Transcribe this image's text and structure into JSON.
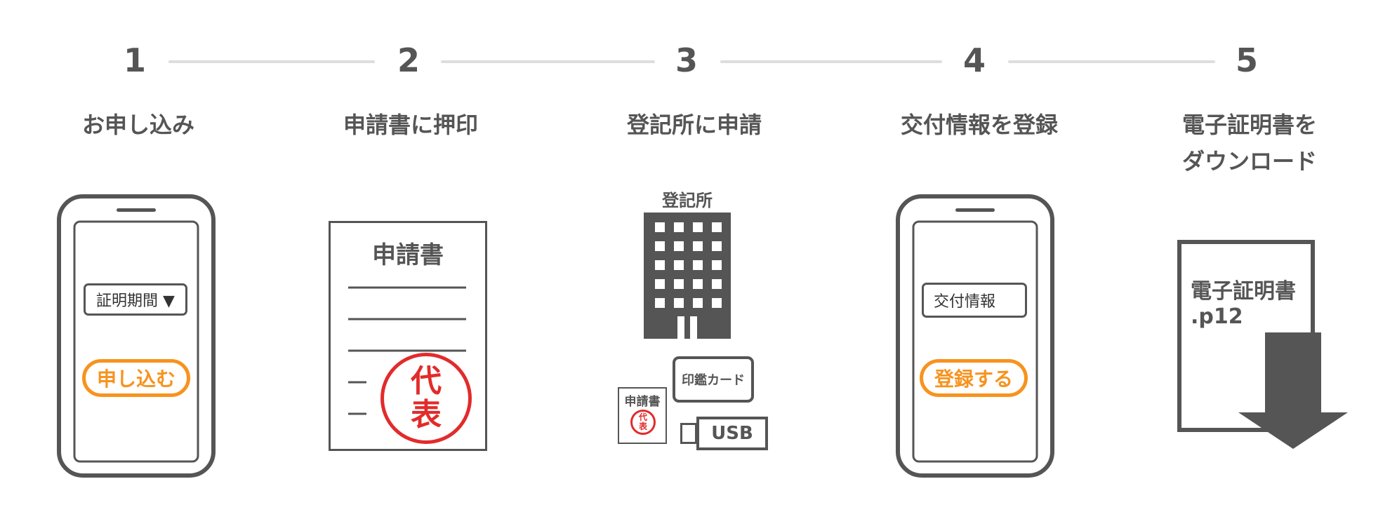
{
  "steps": [
    {
      "number": "1",
      "title": "お申し込み"
    },
    {
      "number": "2",
      "title": "申請書に押印"
    },
    {
      "number": "3",
      "title": "登記所に申請"
    },
    {
      "number": "4",
      "title": "交付情報を登録"
    },
    {
      "number": "5",
      "title_line1": "電子証明書を",
      "title_line2": "ダウンロード"
    }
  ],
  "step1_phone": {
    "dropdown_label": "証明期間 ▼",
    "button_label": "申し込む"
  },
  "step2_form": {
    "heading": "申請書",
    "seal_char1": "代",
    "seal_char2": "表"
  },
  "step3": {
    "building_label": "登記所",
    "mini_form_heading": "申請書",
    "mini_seal_char1": "代",
    "mini_seal_char2": "表",
    "card_label": "印鑑カード",
    "usb_label": "USB"
  },
  "step4_phone": {
    "field_label": "交付情報",
    "button_label": "登録する"
  },
  "step5_file": {
    "name_line1": "電子証明書",
    "name_line2": ".p12"
  },
  "colors": {
    "gray": "#555555",
    "line": "#dddddd",
    "orange": "#f7931e",
    "red": "#e22b2b"
  }
}
